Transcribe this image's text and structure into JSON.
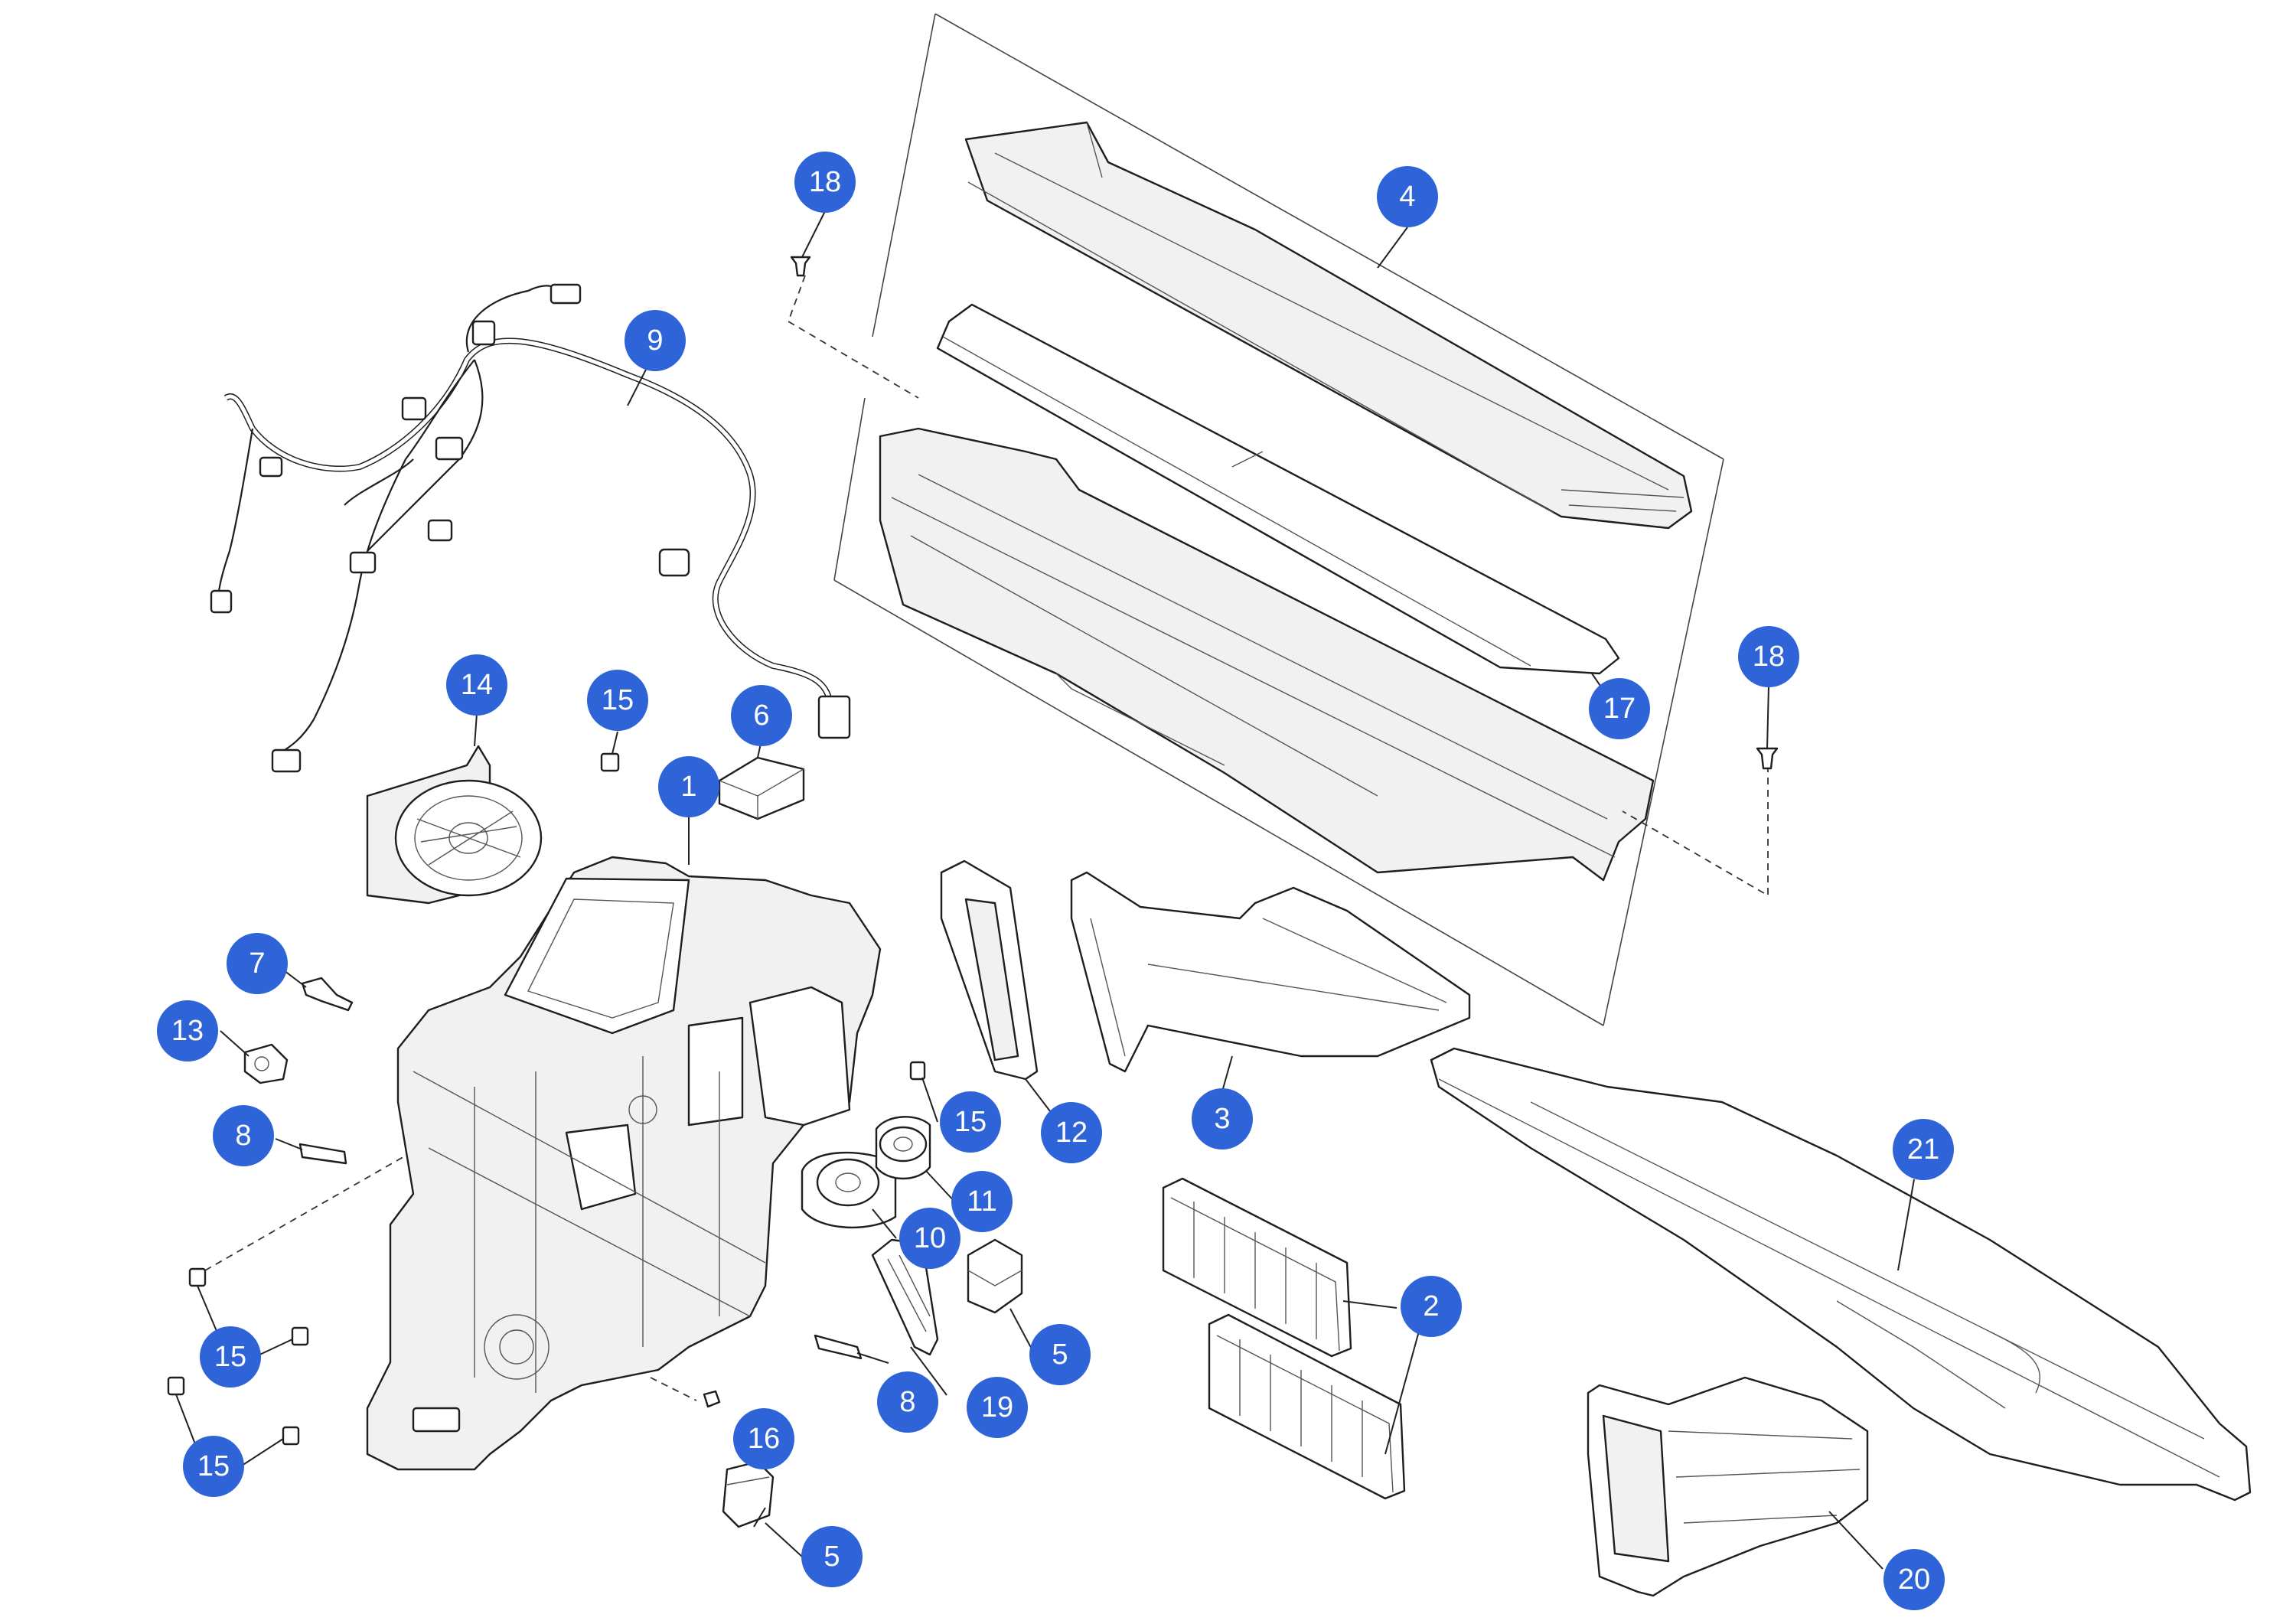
{
  "colors": {
    "callout_fill": "#2f63d8",
    "callout_text": "#ffffff",
    "line": "#1e1e1e"
  },
  "callouts": [
    {
      "label": "1"
    },
    {
      "label": "2"
    },
    {
      "label": "3"
    },
    {
      "label": "4"
    },
    {
      "label": "5"
    },
    {
      "label": "5"
    },
    {
      "label": "6"
    },
    {
      "label": "7"
    },
    {
      "label": "8"
    },
    {
      "label": "8"
    },
    {
      "label": "9"
    },
    {
      "label": "10"
    },
    {
      "label": "11"
    },
    {
      "label": "12"
    },
    {
      "label": "13"
    },
    {
      "label": "14"
    },
    {
      "label": "15"
    },
    {
      "label": "15"
    },
    {
      "label": "15"
    },
    {
      "label": "15"
    },
    {
      "label": "16"
    },
    {
      "label": "17"
    },
    {
      "label": "18"
    },
    {
      "label": "18"
    },
    {
      "label": "19"
    },
    {
      "label": "20"
    },
    {
      "label": "21"
    }
  ]
}
